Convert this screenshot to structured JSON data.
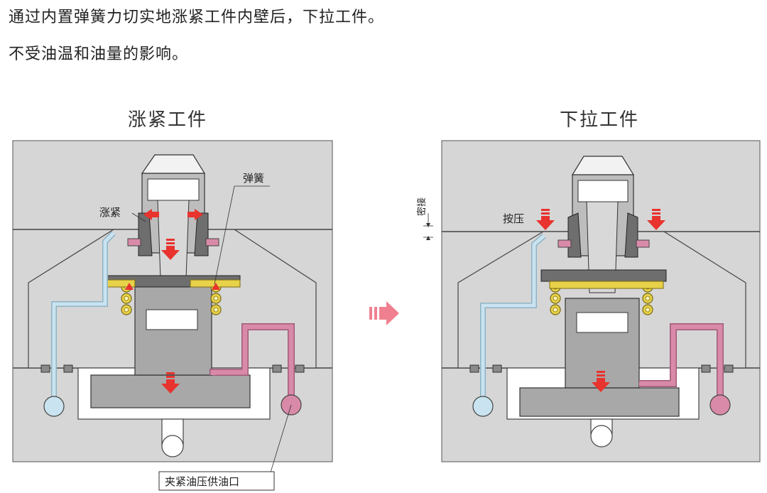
{
  "intro": {
    "line1": "通过内置弹簧力切实地涨紧工件内壁后，下拉工件。",
    "line2": "不受油温和油量的影响。"
  },
  "left_panel": {
    "title": "涨紧工件",
    "label_expand": "涨紧",
    "label_spring": "弹簧",
    "label_oil_port": "夹紧油压供油口"
  },
  "right_panel": {
    "title": "下拉工件",
    "label_press": "按压",
    "label_contact": "密接"
  },
  "colors": {
    "body_gray": "#d6d6d6",
    "dark_gray": "#6e6e6e",
    "spring_yellow": "#e8d24a",
    "oil_pink": "#d98aa8",
    "oil_blue": "#c9e3f0",
    "arrow_red": "#e8332e",
    "transition_arrow": "#f08090"
  }
}
